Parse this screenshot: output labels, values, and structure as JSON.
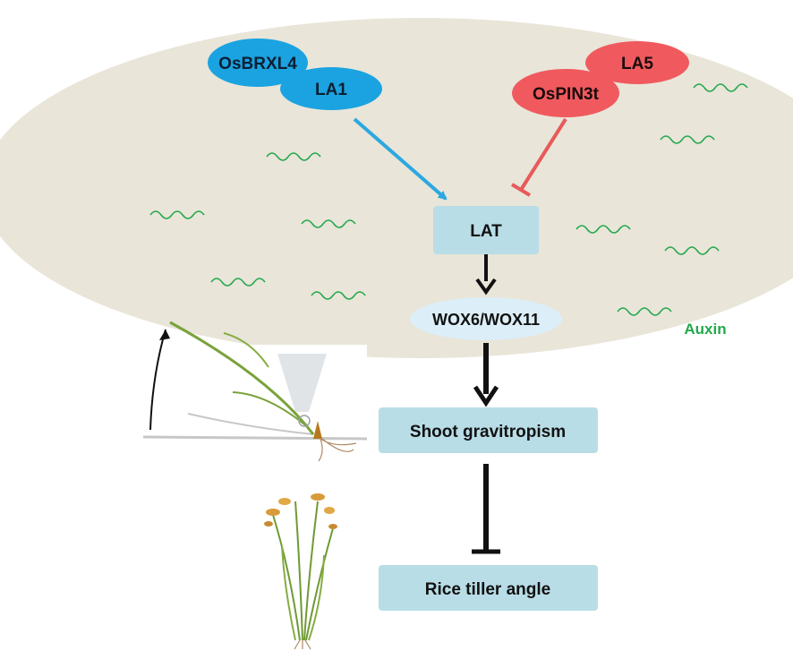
{
  "nodes": {
    "osbrxl4": "OsBRXL4",
    "la1": "LA1",
    "la5": "LA5",
    "ospin3t": "OsPIN3t",
    "lat": "LAT",
    "wox": "WOX6/WOX11",
    "shoot": "Shoot gravitropism",
    "tiller": "Rice tiller angle"
  },
  "labels": {
    "auxin": "Auxin"
  },
  "colors": {
    "cell": "#e9e5d9",
    "blue_node": "#1aa3e0",
    "red_node": "#f05a5e",
    "box": "#b9dde7",
    "oval": "#dceef7",
    "auxin": "#22a84a",
    "activate_arrow": "#2ba8e0",
    "inhibit_arrow": "#e85a5a"
  }
}
